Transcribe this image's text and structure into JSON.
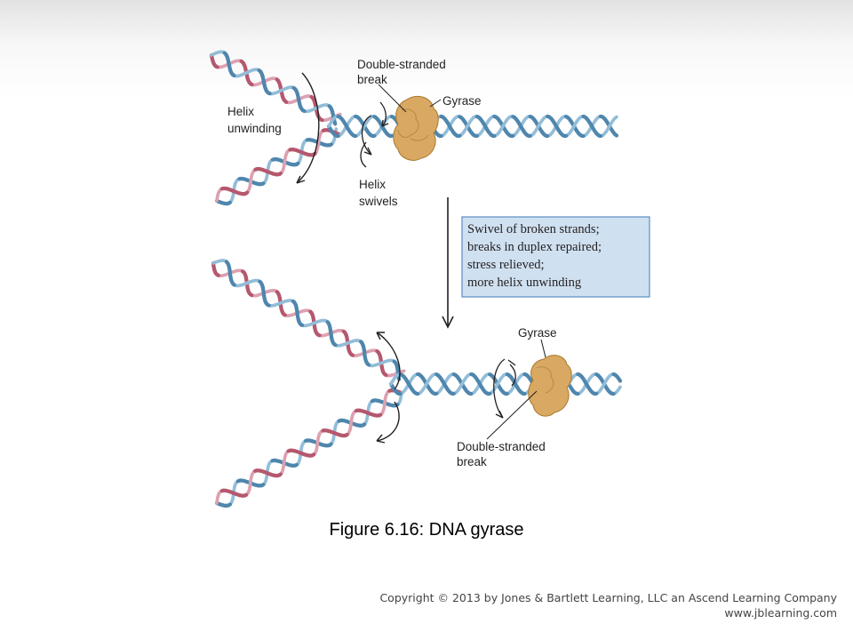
{
  "figure": {
    "top": {
      "label_double_stranded_break": [
        "Double-stranded",
        "break"
      ],
      "label_gyrase": "Gyrase",
      "label_helix_unwinding": [
        "Helix",
        "unwinding"
      ],
      "label_helix_swivels": [
        "Helix",
        "swivels"
      ]
    },
    "step_box": {
      "lines": [
        "Swivel of broken strands;",
        "breaks in duplex repaired;",
        "stress relieved;",
        "more helix unwinding"
      ]
    },
    "bottom": {
      "label_gyrase": "Gyrase",
      "label_double_stranded_break": [
        "Double-stranded",
        "break"
      ]
    }
  },
  "caption": "Figure 6.16: DNA gyrase",
  "copyright": {
    "line1": "Copyright © 2013 by Jones & Bartlett Learning, LLC an Ascend Learning Company",
    "line2": "www.jblearning.com"
  },
  "colors": {
    "strand_blue": "#4f86ad",
    "strand_blue_light": "#93bdd8",
    "strand_red": "#b5586e",
    "strand_red_light": "#dca1b0",
    "gyrase": "#d9a862",
    "gyrase_outline": "#a8792e",
    "box_fill": "#cfe0f0",
    "box_border": "#5b8ec4"
  }
}
